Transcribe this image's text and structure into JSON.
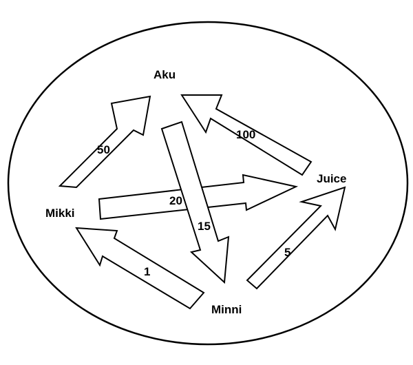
{
  "diagram": {
    "nodes": [
      {
        "id": "aku",
        "label": "Aku"
      },
      {
        "id": "juice",
        "label": "Juice"
      },
      {
        "id": "mikki",
        "label": "Mikki"
      },
      {
        "id": "minni",
        "label": "Minni"
      }
    ],
    "edges": [
      {
        "from": "mikki",
        "to": "aku",
        "weight": "50"
      },
      {
        "from": "juice",
        "to": "aku",
        "weight": "100"
      },
      {
        "from": "mikki",
        "to": "juice",
        "weight": "20"
      },
      {
        "from": "aku",
        "to": "minni",
        "weight": "15"
      },
      {
        "from": "minni",
        "to": "mikki",
        "weight": "1"
      },
      {
        "from": "minni",
        "to": "juice",
        "weight": "5"
      }
    ]
  }
}
